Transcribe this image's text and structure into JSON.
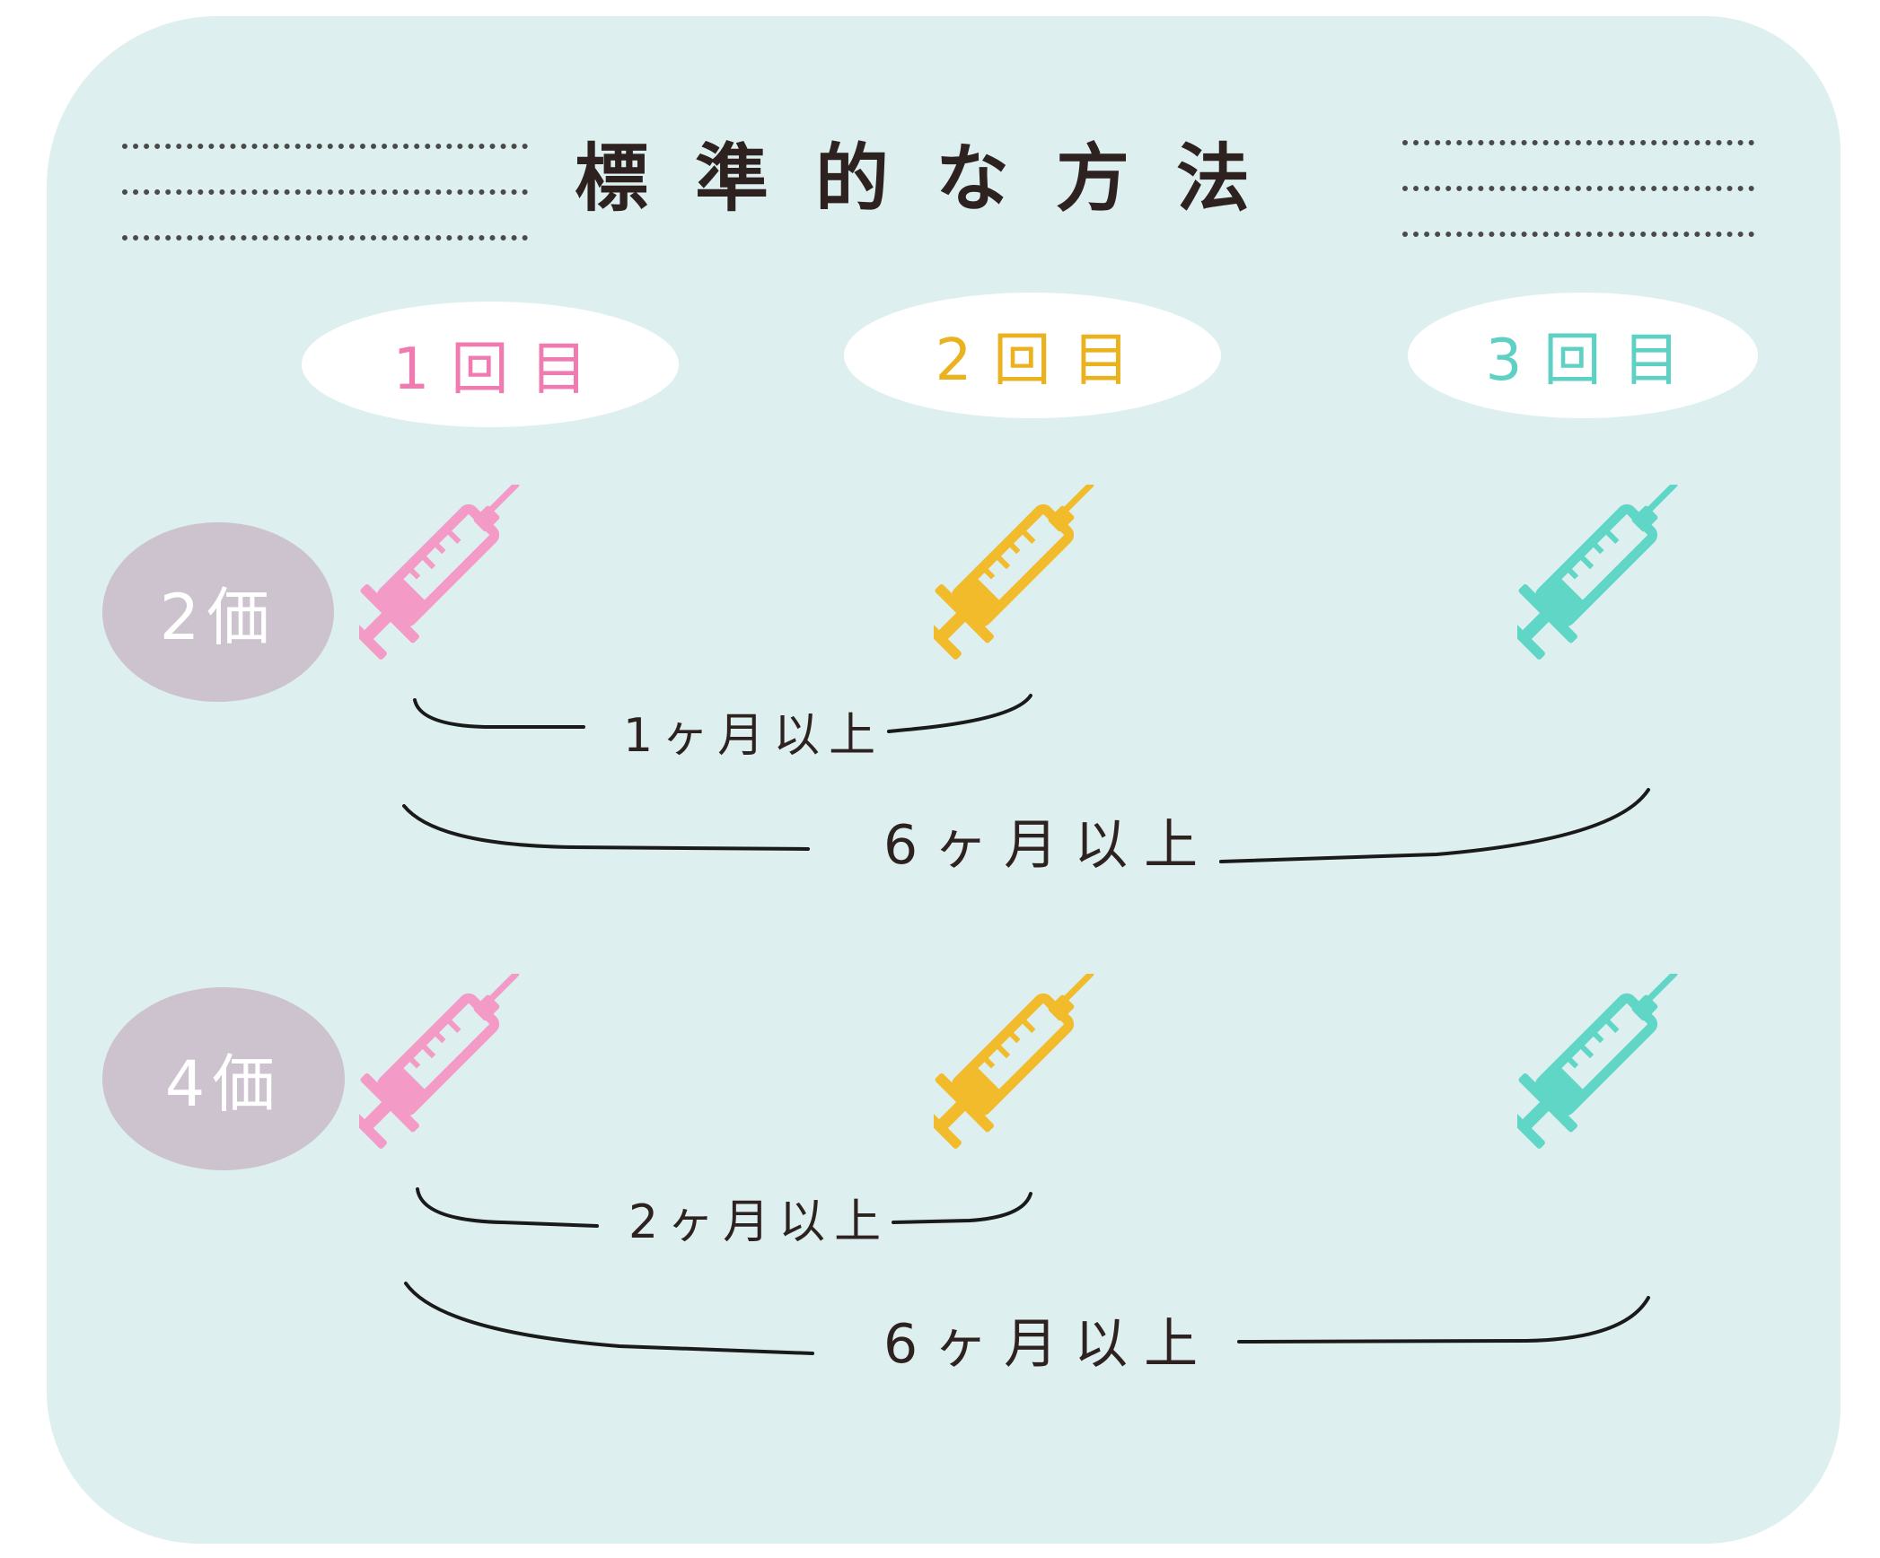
{
  "title": "標準的な方法",
  "doses": [
    {
      "label": "1回目",
      "color": "#f07bb0"
    },
    {
      "label": "2回目",
      "color": "#eab21f"
    },
    {
      "label": "3回目",
      "color": "#5fd0c4"
    }
  ],
  "schedules": [
    {
      "valence": "2価",
      "short_interval": "1ヶ月以上",
      "long_interval": "6ヶ月以上"
    },
    {
      "valence": "4価",
      "short_interval": "2ヶ月以上",
      "long_interval": "6ヶ月以上"
    }
  ],
  "colors": {
    "background": "#ddefef",
    "valence_badge": "#cdc3ce",
    "text": "#2e2220",
    "syringe_pink": "#f49ac6",
    "syringe_yellow": "#f1bb2c",
    "syringe_teal": "#60d6c6"
  }
}
